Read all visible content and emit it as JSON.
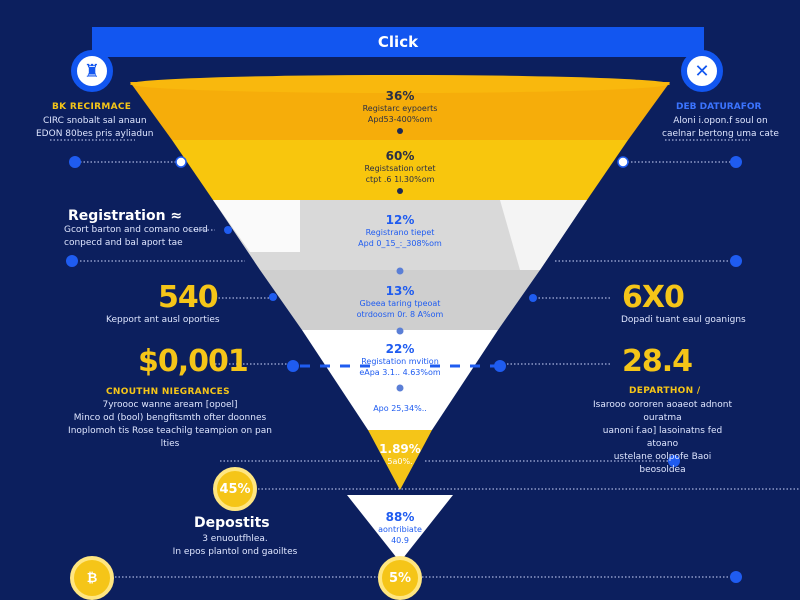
{
  "title": "Click",
  "funnel": [
    {
      "pct": "36%",
      "label": "Registarc eypoerts",
      "sub": "Apd53-400%om"
    },
    {
      "pct": "60%",
      "label": "Registsation ortet",
      "sub": "ctpt .6 1l.30%om"
    },
    {
      "pct": "12%",
      "label": "Registrano tiepet",
      "sub": "Apd 0_15_:_308%om"
    },
    {
      "pct": "13%",
      "label": "Gbeea taring tpeoat",
      "sub": "otrdoosm 0r. 8 A%om"
    },
    {
      "pct": "22%",
      "label": "Registation mvition",
      "sub": "eApa 3.1.. 4.63%om"
    },
    {
      "pct": "",
      "label": "",
      "sub": "Apo 25,34%.."
    },
    {
      "pct": "1.89%",
      "label": "",
      "sub": "5a0%."
    },
    {
      "pct": "88%",
      "label": "aontribiate",
      "sub": "40.9"
    }
  ],
  "left": {
    "cap1": "BK RECIRMACE",
    "desc1": [
      "CIRC snobalt sal anaun",
      "EDON 80bes pris ayliadun"
    ],
    "reg_title": "Registration ≈",
    "reg_desc": [
      "Gcort barton and comano ocerd",
      "conpecd and bal aport tae"
    ],
    "stat1": "540",
    "stat1_desc": "Kepport ant ausl oporties",
    "stat2": "$0,001",
    "cap2": "CNOUTHN NIEGRANCES",
    "desc2": [
      "7yroooc wanne aream [opoel]",
      "Minco od (bool) bengfitsmth ofter doonnes",
      "Inoplomoh tis Rose teachilg teampion on pan lties"
    ],
    "coin": "45%",
    "dep_title": "Depostits",
    "dep_desc": [
      "3 enuoutfhlea.",
      "In epos plantol ond gaoiltes"
    ]
  },
  "right": {
    "cap1": "DEB DATURAFOR",
    "desc1": [
      "Aloni i.opon.f soul on",
      "caelnar bertong uma cate"
    ],
    "stat1": "6X0",
    "stat1_desc": "Dopadi tuant eaul goanigns",
    "stat2": "28.4",
    "cap2": "DEPARTHON /",
    "desc2": [
      "Isarooo oororen aoaeot adnont ouratma",
      "uanoni f.ao] lasoinatns fed atoano",
      "ustelane oolpofe Baoi beosoldea"
    ],
    "coin": "5%"
  },
  "colors": {
    "bg": "#0c1f5e",
    "accent": "#1256f0",
    "yellow": "#f5c518"
  }
}
